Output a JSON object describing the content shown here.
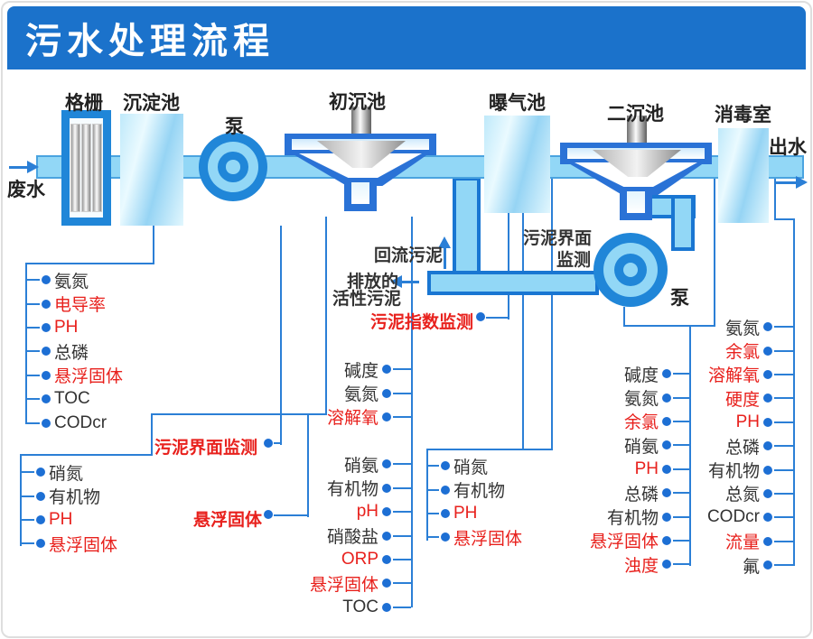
{
  "title": "污水处理流程",
  "colors": {
    "banner": "#1b72cb",
    "accent_red": "#e8211d",
    "line_blue": "#2b7fd6",
    "pipe_fill": "#92d7f6",
    "tank_blue": "#2a72d6"
  },
  "flow": {
    "influent": "废水",
    "effluent": "出水",
    "units": {
      "screen": "格栅",
      "settling": "沉淀池",
      "pump1": "泵",
      "primary": "初沉池",
      "aeration": "曝气池",
      "secondary": "二沉池",
      "disinfection": "消毒室",
      "pump2": "泵"
    }
  },
  "annotations": {
    "return_sludge": "回流污泥",
    "discharge_1": "排放的",
    "discharge_2": "活性污泥",
    "sludge_index": "污泥指数监测",
    "sludge_interface_red": "污泥界面监测",
    "sludge_interface_1": "污泥界面",
    "sludge_interface_2": "监测",
    "suspended_solids": "悬浮固体"
  },
  "lists": {
    "influent": {
      "items": [
        {
          "label": "氨氮",
          "emph": false
        },
        {
          "label": "电导率",
          "emph": true
        },
        {
          "label": "PH",
          "emph": true
        },
        {
          "label": "总磷",
          "emph": false
        },
        {
          "label": "悬浮固体",
          "emph": true
        },
        {
          "label": "TOC",
          "emph": false
        },
        {
          "label": "CODcr",
          "emph": false
        }
      ]
    },
    "primary_sludge": {
      "items": [
        {
          "label": "硝氮",
          "emph": false
        },
        {
          "label": "有机物",
          "emph": false
        },
        {
          "label": "PH",
          "emph": true
        },
        {
          "label": "悬浮固体",
          "emph": true
        }
      ]
    },
    "aeration": {
      "items": [
        {
          "label": "碱度",
          "emph": false
        },
        {
          "label": "氨氮",
          "emph": false
        },
        {
          "label": "溶解氧",
          "emph": true
        },
        {
          "label": "硝氨",
          "emph": false
        },
        {
          "label": "有机物",
          "emph": false
        },
        {
          "label": "pH",
          "emph": true
        },
        {
          "label": "硝酸盐",
          "emph": false
        },
        {
          "label": "ORP",
          "emph": true
        },
        {
          "label": "悬浮固体",
          "emph": true
        },
        {
          "label": "TOC",
          "emph": false
        }
      ]
    },
    "aeration_out": {
      "items": [
        {
          "label": "硝氮",
          "emph": false
        },
        {
          "label": "有机物",
          "emph": false
        },
        {
          "label": "PH",
          "emph": true
        },
        {
          "label": "悬浮固体",
          "emph": true
        }
      ]
    },
    "secondary": {
      "items": [
        {
          "label": "碱度",
          "emph": false
        },
        {
          "label": "氨氮",
          "emph": false
        },
        {
          "label": "余氯",
          "emph": true
        },
        {
          "label": "硝氨",
          "emph": false
        },
        {
          "label": "PH",
          "emph": true
        },
        {
          "label": "总磷",
          "emph": false
        },
        {
          "label": "有机物",
          "emph": false
        },
        {
          "label": "悬浮固体",
          "emph": true
        },
        {
          "label": "浊度",
          "emph": true
        }
      ]
    },
    "effluent": {
      "items": [
        {
          "label": "氨氮",
          "emph": false
        },
        {
          "label": "余氯",
          "emph": true
        },
        {
          "label": "溶解氧",
          "emph": true
        },
        {
          "label": "硬度",
          "emph": true
        },
        {
          "label": "PH",
          "emph": true
        },
        {
          "label": "总磷",
          "emph": false
        },
        {
          "label": "有机物",
          "emph": false
        },
        {
          "label": "总氮",
          "emph": false
        },
        {
          "label": "CODcr",
          "emph": false
        },
        {
          "label": "流量",
          "emph": true
        },
        {
          "label": "氟",
          "emph": false
        }
      ]
    }
  }
}
